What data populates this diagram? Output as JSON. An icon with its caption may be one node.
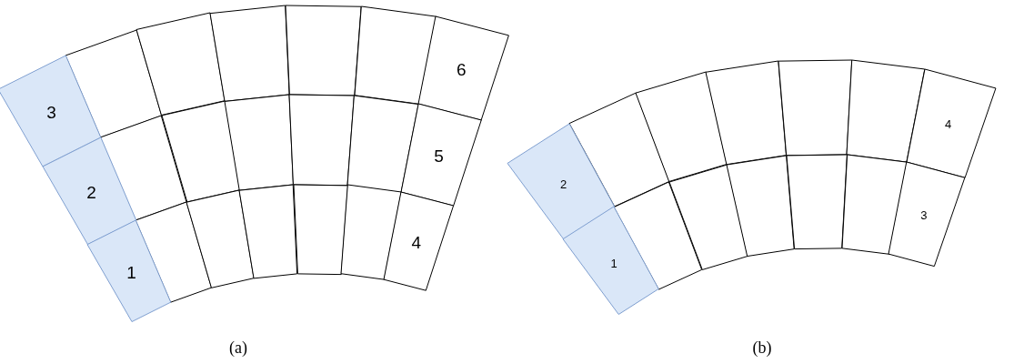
{
  "diagram": {
    "nodes": [
      {
        "text": [
          "3"
        ]
      },
      {
        "text": [],
        "shape": "box"
      },
      {
        "text": [],
        "shape": "box"
      },
      {
        "text": [],
        "shape": "box"
      },
      {
        "text": [],
        "shape": "box"
      },
      {
        "text": [],
        "shape": "box"
      },
      {
        "text": [
          "6"
        ]
      },
      {
        "text": [
          "2"
        ]
      },
      {
        "text": [],
        "shape": "box"
      },
      {
        "text": [],
        "shape": "box"
      },
      {
        "text": [],
        "shape": "box"
      },
      {
        "text": [],
        "shape": "box"
      },
      {
        "text": [],
        "shape": "box"
      },
      {
        "text": [
          "5"
        ]
      },
      {
        "text": [
          "1"
        ]
      },
      {
        "text": [],
        "shape": "box"
      },
      {
        "text": [],
        "shape": "box"
      },
      {
        "text": [],
        "shape": "box"
      },
      {
        "text": [],
        "shape": "box"
      },
      {
        "text": [],
        "shape": "box"
      },
      {
        "text": [
          "4"
        ]
      },
      {
        "text": [
          "2"
        ]
      },
      {
        "text": [],
        "shape": "box"
      },
      {
        "text": [],
        "shape": "box"
      },
      {
        "text": [],
        "shape": "box"
      },
      {
        "text": [],
        "shape": "box"
      },
      {
        "text": [],
        "shape": "box"
      },
      {
        "text": [
          "4"
        ]
      },
      {
        "text": [
          "1"
        ]
      },
      {
        "text": [],
        "shape": "box"
      },
      {
        "text": [],
        "shape": "box"
      },
      {
        "text": [],
        "shape": "box"
      },
      {
        "text": [],
        "shape": "box"
      },
      {
        "text": [],
        "shape": "box"
      },
      {
        "text": [
          "3"
        ]
      }
    ],
    "labels": [
      "(a)",
      "(b)"
    ]
  }
}
